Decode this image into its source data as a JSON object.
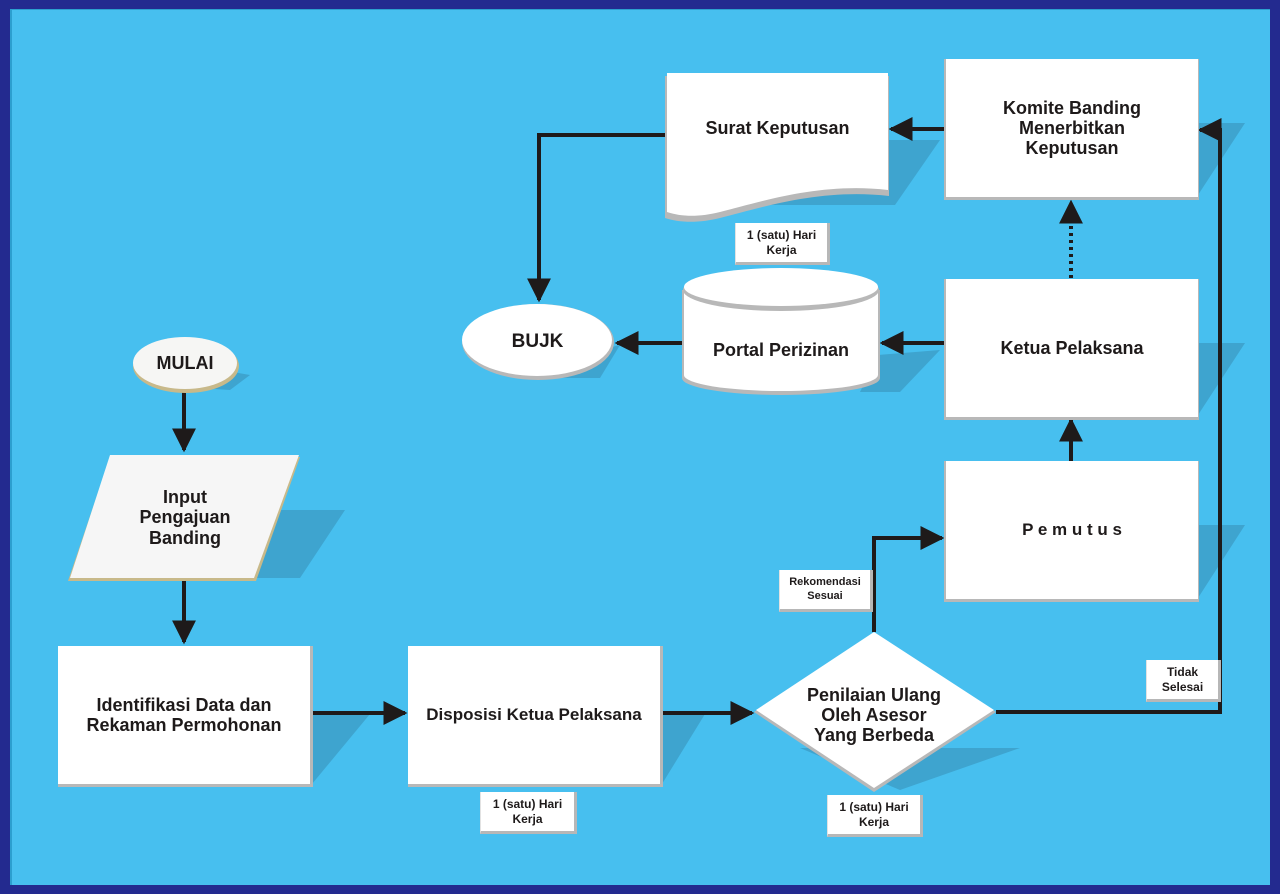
{
  "diagram": {
    "nodes": {
      "start": "MULAI",
      "input": "Input\nPengajuan\nBanding",
      "identify": "Identifikasi Data dan\nRekaman Permohonan",
      "disposition": "Disposisi Ketua Pelaksana",
      "decision": "Penilaian Ulang\nOleh Asesor\nYang Berbeda",
      "decider": "P e m u t u s",
      "chair": "Ketua Pelaksana",
      "committee": "Komite Banding\nMenerbitkan\nKeputusan",
      "decree": "Surat Keputusan",
      "portal": "Portal Perizinan",
      "bujk": "BUJK"
    },
    "notes": {
      "decree_duration": "1 (satu) Hari\nKerja",
      "disposition_duration": "1 (satu) Hari\nKerja",
      "decision_duration": "1 (satu) Hari\nKerja",
      "branch_yes": "Rekomendasi\nSesuai",
      "branch_no": "Tidak\nSelesai"
    },
    "colors": {
      "background": "#47bfef",
      "frame": "#232a8f",
      "node_fill": "#ffffff",
      "connector": "#1e1a1a",
      "shadow": "#3ea4cf"
    }
  }
}
